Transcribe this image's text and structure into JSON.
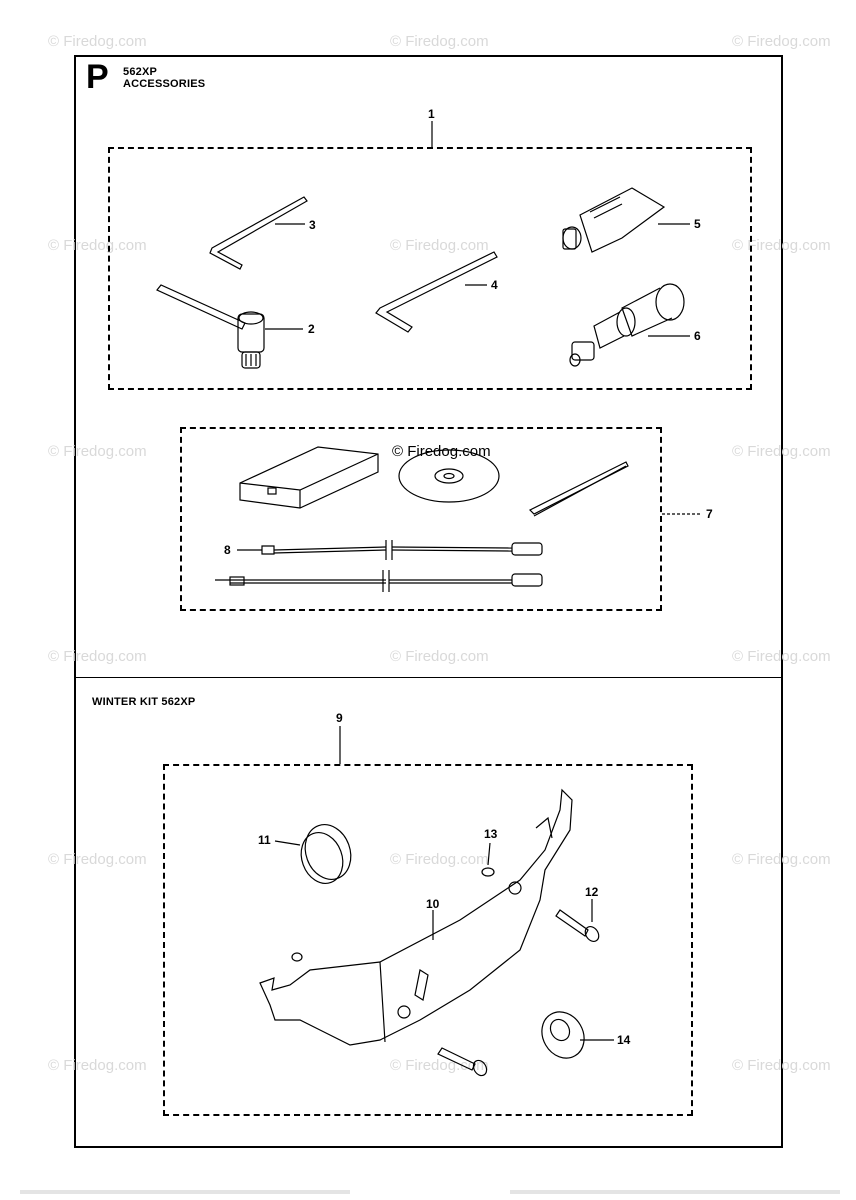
{
  "header": {
    "section_letter": "P",
    "model": "562XP",
    "title": "ACCESSORIES"
  },
  "winter_kit": {
    "title": "WINTER KIT 562XP"
  },
  "watermark": {
    "text": "© Firedog.com",
    "center_text": "© Firedog.com"
  },
  "callouts": {
    "c1": "1",
    "c2": "2",
    "c3": "3",
    "c4": "4",
    "c5": "5",
    "c6": "6",
    "c7": "7",
    "c8": "8",
    "c9": "9",
    "c10": "10",
    "c11": "11",
    "c12": "12",
    "c13": "13",
    "c14": "14"
  },
  "colors": {
    "line": "#000000",
    "watermark": "#d9d9d9"
  }
}
